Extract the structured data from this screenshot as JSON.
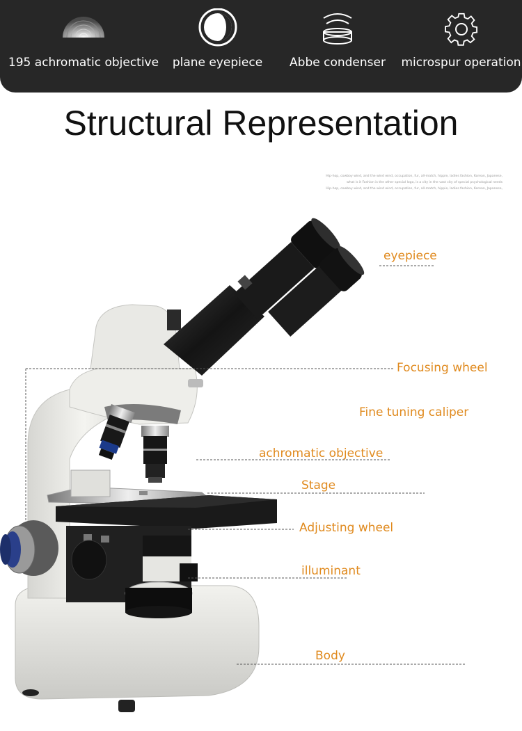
{
  "features": [
    {
      "label": "195 achromatic objective",
      "icon": "objective-rings-icon"
    },
    {
      "label": "plane eyepiece",
      "icon": "eyepiece-lens-icon"
    },
    {
      "label": "Abbe condenser",
      "icon": "condenser-icon"
    },
    {
      "label": "microspur operation",
      "icon": "gear-icon"
    }
  ],
  "title": "Structural Representation",
  "fine_print": [
    "Hip-hop, cowboy wind, and the wind wind, occupation, fur, all-match, hippie, ladies fashion, Korean, Japanese,",
    "what is it Fashion is the other special logo, is a city in the vast city of special psychological needs",
    "Hip-hop, cowboy wind, and the wind wind, occupation, fur, all-match, hippie, ladies fashion, Korean, Japanese,"
  ],
  "parts": {
    "eyepiece": "eyepiece",
    "focusing_wheel": "Focusing wheel",
    "fine_tuning_caliper": "Fine tuning caliper",
    "achromatic_objective": "achromatic objective",
    "stage": "Stage",
    "adjusting_wheel": "Adjusting wheel",
    "illuminant": "illuminant",
    "body": "Body"
  },
  "colors": {
    "banner_bg": "#272727",
    "label_orange": "#e08a1e",
    "title_text": "#111111"
  }
}
